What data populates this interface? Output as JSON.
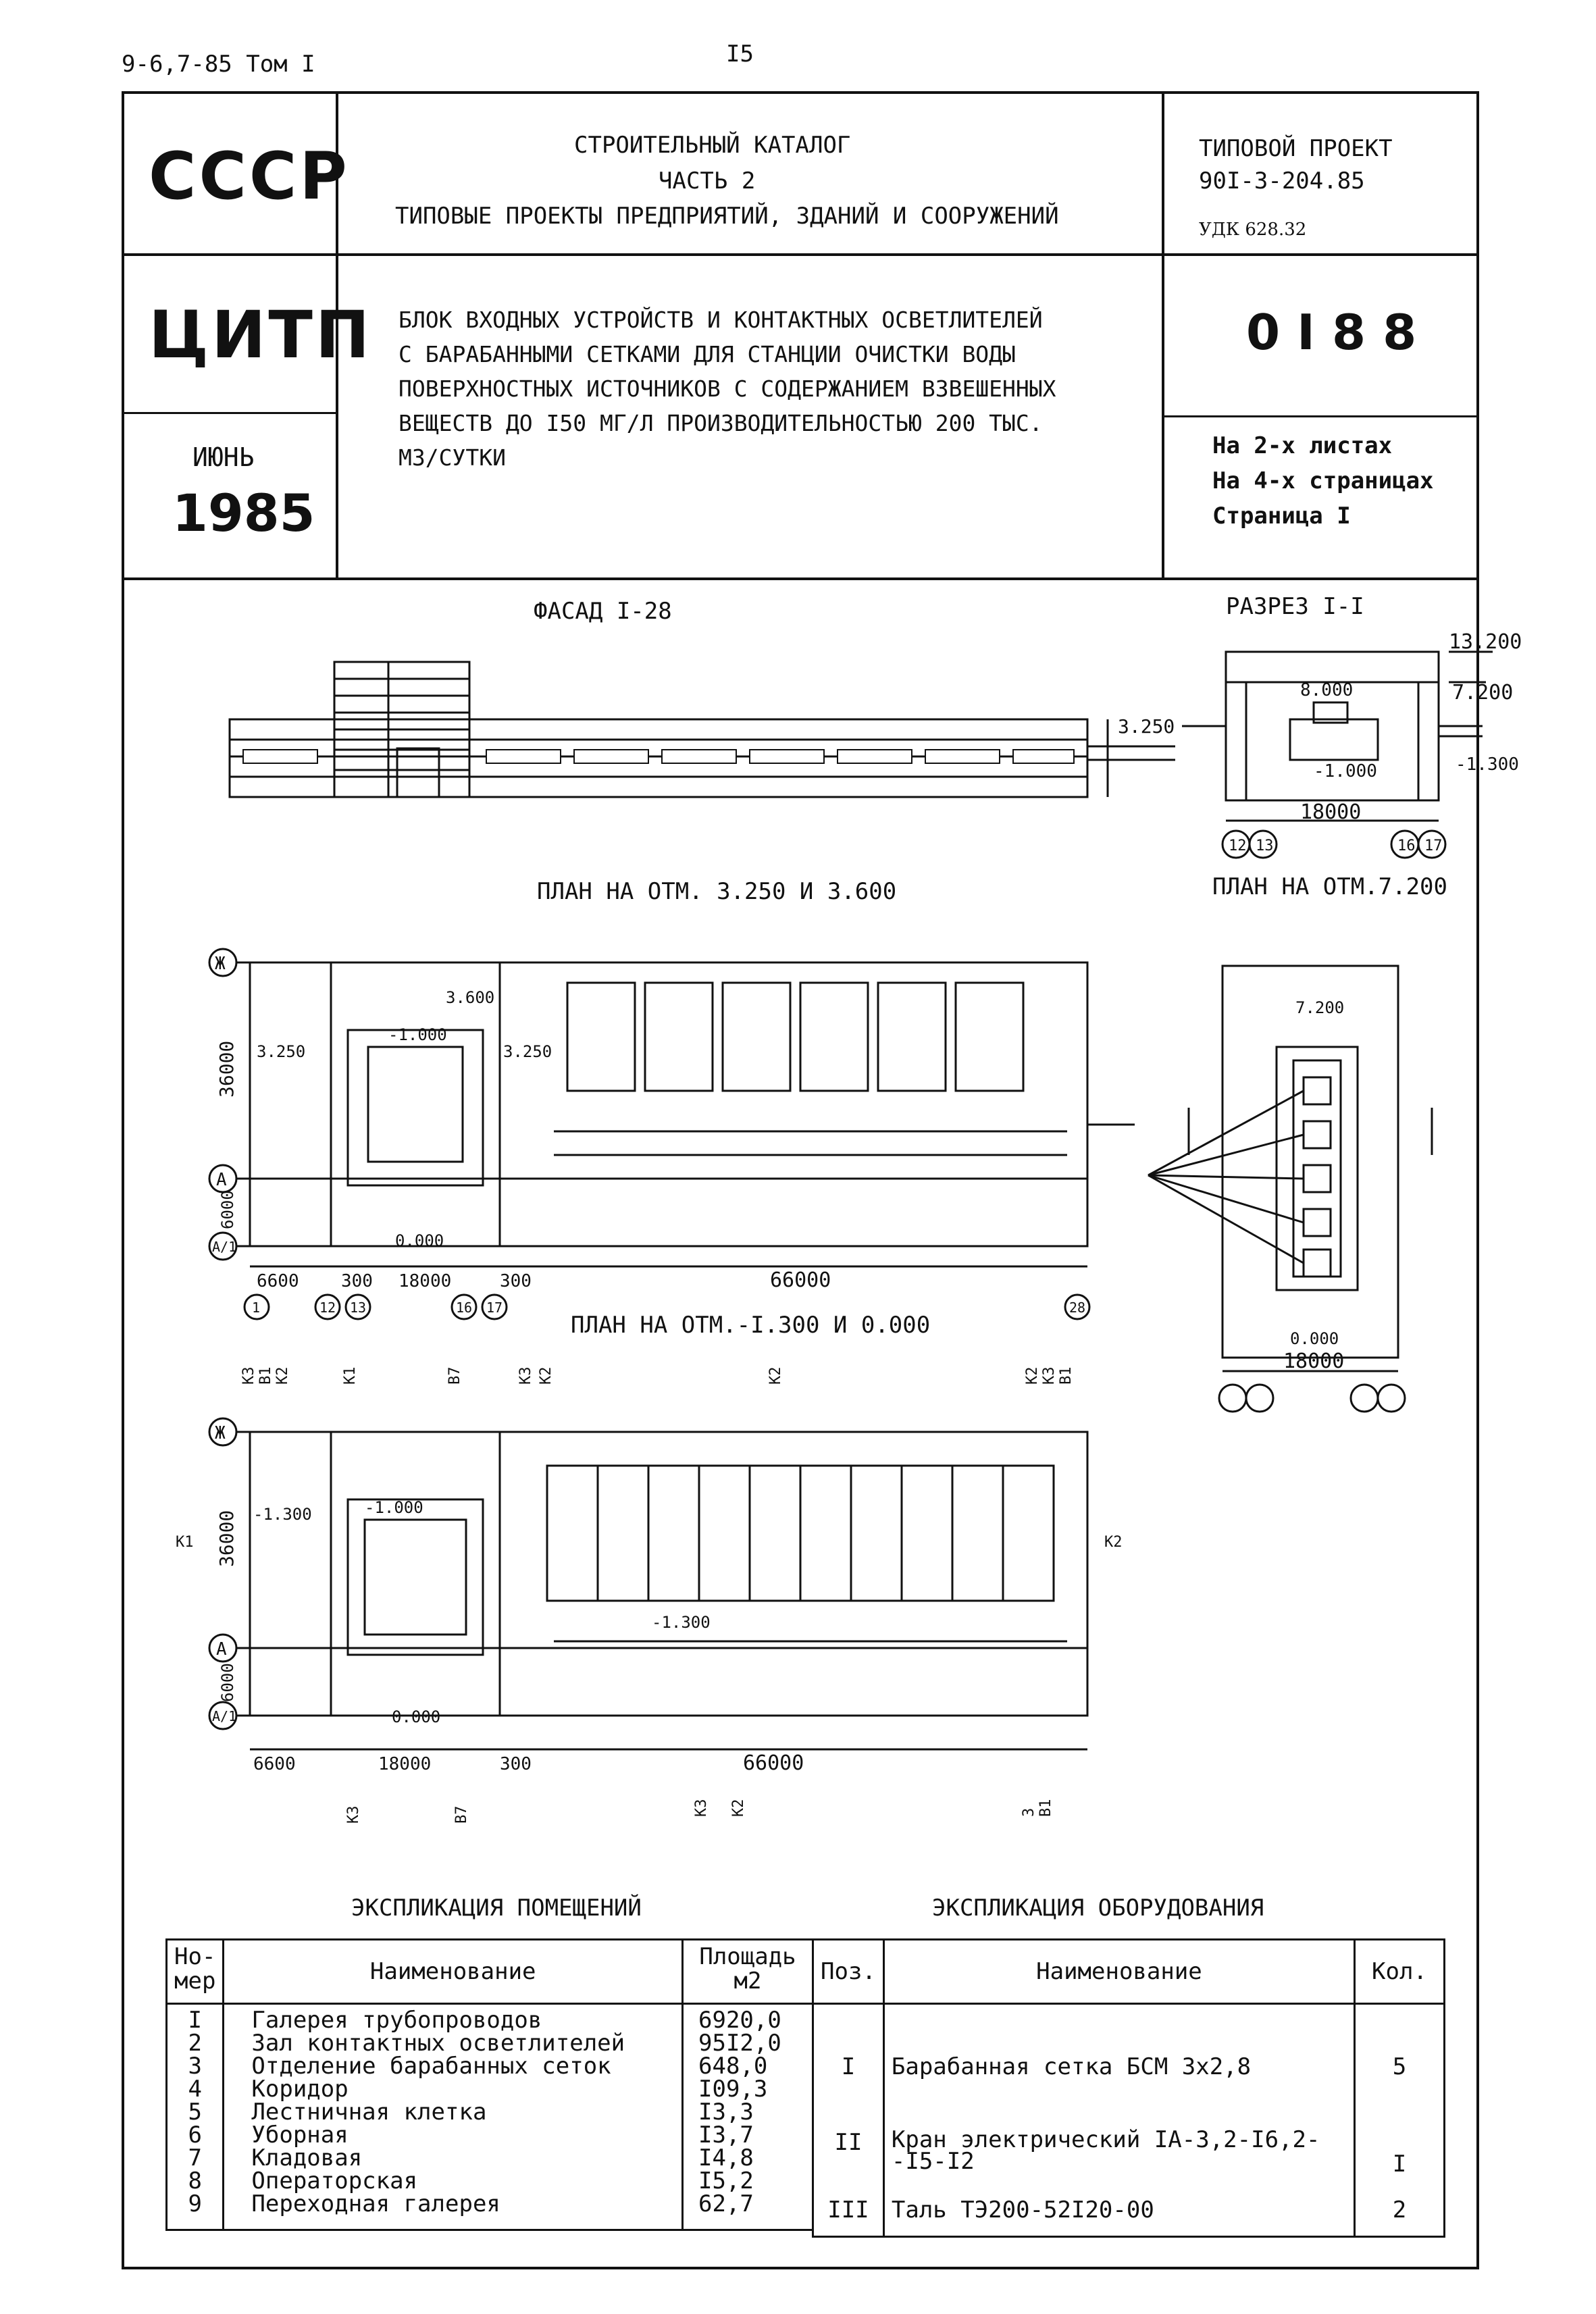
{
  "top": {
    "ref": "9-6,7-85 Том I",
    "page": "I5"
  },
  "header": {
    "org1": "СССР",
    "org2": "ЦИТП",
    "month": "ИЮНЬ",
    "year": "1985",
    "catalog_line1": "СТРОИТЕЛЬНЫЙ КАТАЛОГ",
    "catalog_line2": "ЧАСТЬ 2",
    "catalog_line3": "ТИПОВЫЕ ПРОЕКТЫ ПРЕДПРИЯТИЙ, ЗДАНИЙ И СООРУЖЕНИЙ",
    "project_label": "ТИПОВОЙ ПРОЕКТ",
    "project_number": "90I-3-204.85",
    "udk": "УДК 628.32",
    "code": "0 I 8 8",
    "title_lines": [
      "БЛОК ВХОДНЫХ УСТРОЙСТВ И КОНТАКТНЫХ ОСВЕТЛИТЕЛЕЙ",
      "С БАРАБАННЫМИ СЕТКАМИ ДЛЯ СТАНЦИИ ОЧИСТКИ ВОДЫ",
      "ПОВЕРХНОСТНЫХ ИСТОЧНИКОВ С СОДЕРЖАНИЕМ ВЗВЕШЕННЫХ",
      "ВЕЩЕСТВ ДО I50 МГ/Л ПРОИЗВОДИТЕЛЬНОСТЬЮ 200 ТЫС.",
      "М3/СУТКИ"
    ],
    "sheets": "На 2-х листах",
    "pages": "На 4-х страницах",
    "page_no": "Страница I"
  },
  "drawing": {
    "facade_title": "ФАСАД I-28",
    "section_title": "РАЗРЕЗ I-I",
    "plan1_title": "ПЛАН НА ОТМ. 3.250 И 3.600",
    "plan2_title": "ПЛАН НА ОТМ.7.200",
    "plan3_title": "ПЛАН НА ОТМ.-I.300 И 0.000",
    "facade_level": "3.250",
    "section_levels": [
      "13.200",
      "7.200",
      "8.000",
      "-1.000",
      "-1.300"
    ],
    "section_width": "18000",
    "section_axes": [
      "12",
      "13",
      "16",
      "17"
    ],
    "plan1_dims": [
      "36000",
      "6000",
      "6600",
      "300",
      "18000",
      "300",
      "66000"
    ],
    "plan1_axes": [
      "1",
      "12",
      "13",
      "16",
      "17",
      "28"
    ],
    "plan1_levels": [
      "3.250",
      "3.250",
      "3.600",
      "-1.000",
      "0.000"
    ],
    "plan2_dims": [
      "18000"
    ],
    "plan2_levels": [
      "7.200",
      "0.000"
    ],
    "plan3_levels": [
      "-1.300",
      "-1.000",
      "0.000",
      "-1.300"
    ],
    "plan3_dims": [
      "36000",
      "6000",
      "6600",
      "18000",
      "300",
      "66000"
    ],
    "row_axes": [
      "Ж",
      "А",
      "А/1"
    ],
    "pipe_labels": [
      "К3",
      "В1",
      "К2",
      "К1",
      "В7",
      "К3",
      "К2",
      "К2",
      "К2",
      "К3",
      "В1",
      "К2",
      "К1",
      "К3",
      "В1",
      "В7",
      "К2",
      "К3",
      "К2",
      "3",
      "В1",
      "К3",
      "В7"
    ]
  },
  "rooms_table": {
    "title": "ЭКСПЛИКАЦИЯ ПОМЕЩЕНИЙ",
    "head_num": "Но-\nмер",
    "head_name": "Наименование",
    "head_area": "Площадь\nм2",
    "rows": [
      {
        "n": "I",
        "name": "Галерея трубопроводов",
        "area": "6920,0"
      },
      {
        "n": "2",
        "name": "Зал контактных осветлителей",
        "area": "95I2,0"
      },
      {
        "n": "3",
        "name": "Отделение барабанных сеток",
        "area": "648,0"
      },
      {
        "n": "4",
        "name": "Коридор",
        "area": "I09,3"
      },
      {
        "n": "5",
        "name": "Лестничная клетка",
        "area": "I3,3"
      },
      {
        "n": "6",
        "name": "Уборная",
        "area": "I3,7"
      },
      {
        "n": "7",
        "name": "Кладовая",
        "area": "I4,8"
      },
      {
        "n": "8",
        "name": "Операторская",
        "area": "I5,2"
      },
      {
        "n": "9",
        "name": "Переходная галерея",
        "area": "62,7"
      }
    ]
  },
  "equip_table": {
    "title": "ЭКСПЛИКАЦИЯ ОБОРУДОВАНИЯ",
    "head_pos": "Поз.",
    "head_name": "Наименование",
    "head_qty": "Кол.",
    "rows": [
      {
        "pos": "I",
        "name": "Барабанная сетка БСМ 3х2,8",
        "qty": "5"
      },
      {
        "pos": "II",
        "name": "Кран электрический IA-3,2-I6,2-\n-I5-I2",
        "qty": "I"
      },
      {
        "pos": "III",
        "name": "Таль ТЭ200-52I20-00",
        "qty": "2"
      }
    ]
  }
}
